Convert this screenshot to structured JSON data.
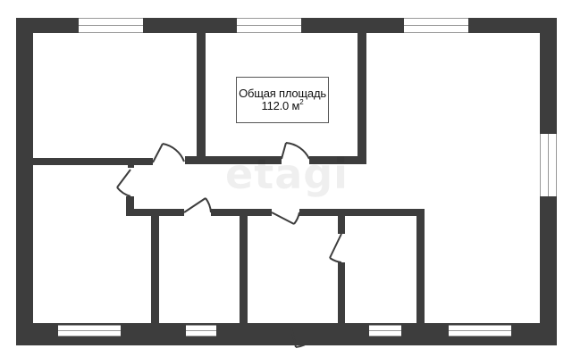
{
  "plan": {
    "area_label": "Общая площадь",
    "area_value": "112.0 м",
    "area_unit_exponent": "2",
    "watermark": "etagi"
  },
  "colors": {
    "wall": "#3d3d3d",
    "window": "#ffffff",
    "door": "#3d3d3d"
  }
}
